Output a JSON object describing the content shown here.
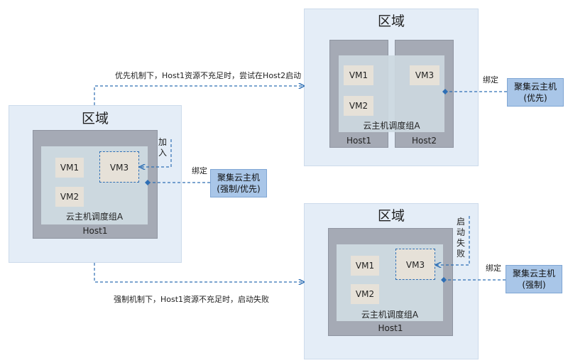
{
  "colors": {
    "arrow": "#2e6fb5",
    "region": "#e4edf7",
    "host": "#a5aab5",
    "group": "#ccd8df",
    "vm": "#e6e1d8",
    "affinity": "#a9c6e8"
  },
  "left": {
    "region_title": "区域",
    "host_label": "Host1",
    "group_label": "云主机调度组A",
    "vms": [
      "VM1",
      "VM2",
      "VM3"
    ],
    "join_label": "加入",
    "bind_label": "绑定",
    "affinity_line1": "聚集云主机",
    "affinity_line2": "(强制/优先)"
  },
  "top": {
    "region_title": "区域",
    "host1_label": "Host1",
    "host2_label": "Host2",
    "group_label": "云主机调度组A",
    "vms": [
      "VM1",
      "VM2",
      "VM3"
    ],
    "bind_label": "绑定",
    "affinity_line1": "聚集云主机",
    "affinity_line2": "(优先)"
  },
  "bottom": {
    "region_title": "区域",
    "host_label": "Host1",
    "group_label": "云主机调度组A",
    "vms": [
      "VM1",
      "VM2",
      "VM3"
    ],
    "fail_label": "启动失败",
    "bind_label": "绑定",
    "affinity_line1": "聚集云主机",
    "affinity_line2": "(强制)"
  },
  "connectors": {
    "top_caption": "优先机制下，Host1资源不充足时，尝试在Host2启动",
    "bottom_caption": "强制机制下，Host1资源不充足时，启动失败"
  }
}
